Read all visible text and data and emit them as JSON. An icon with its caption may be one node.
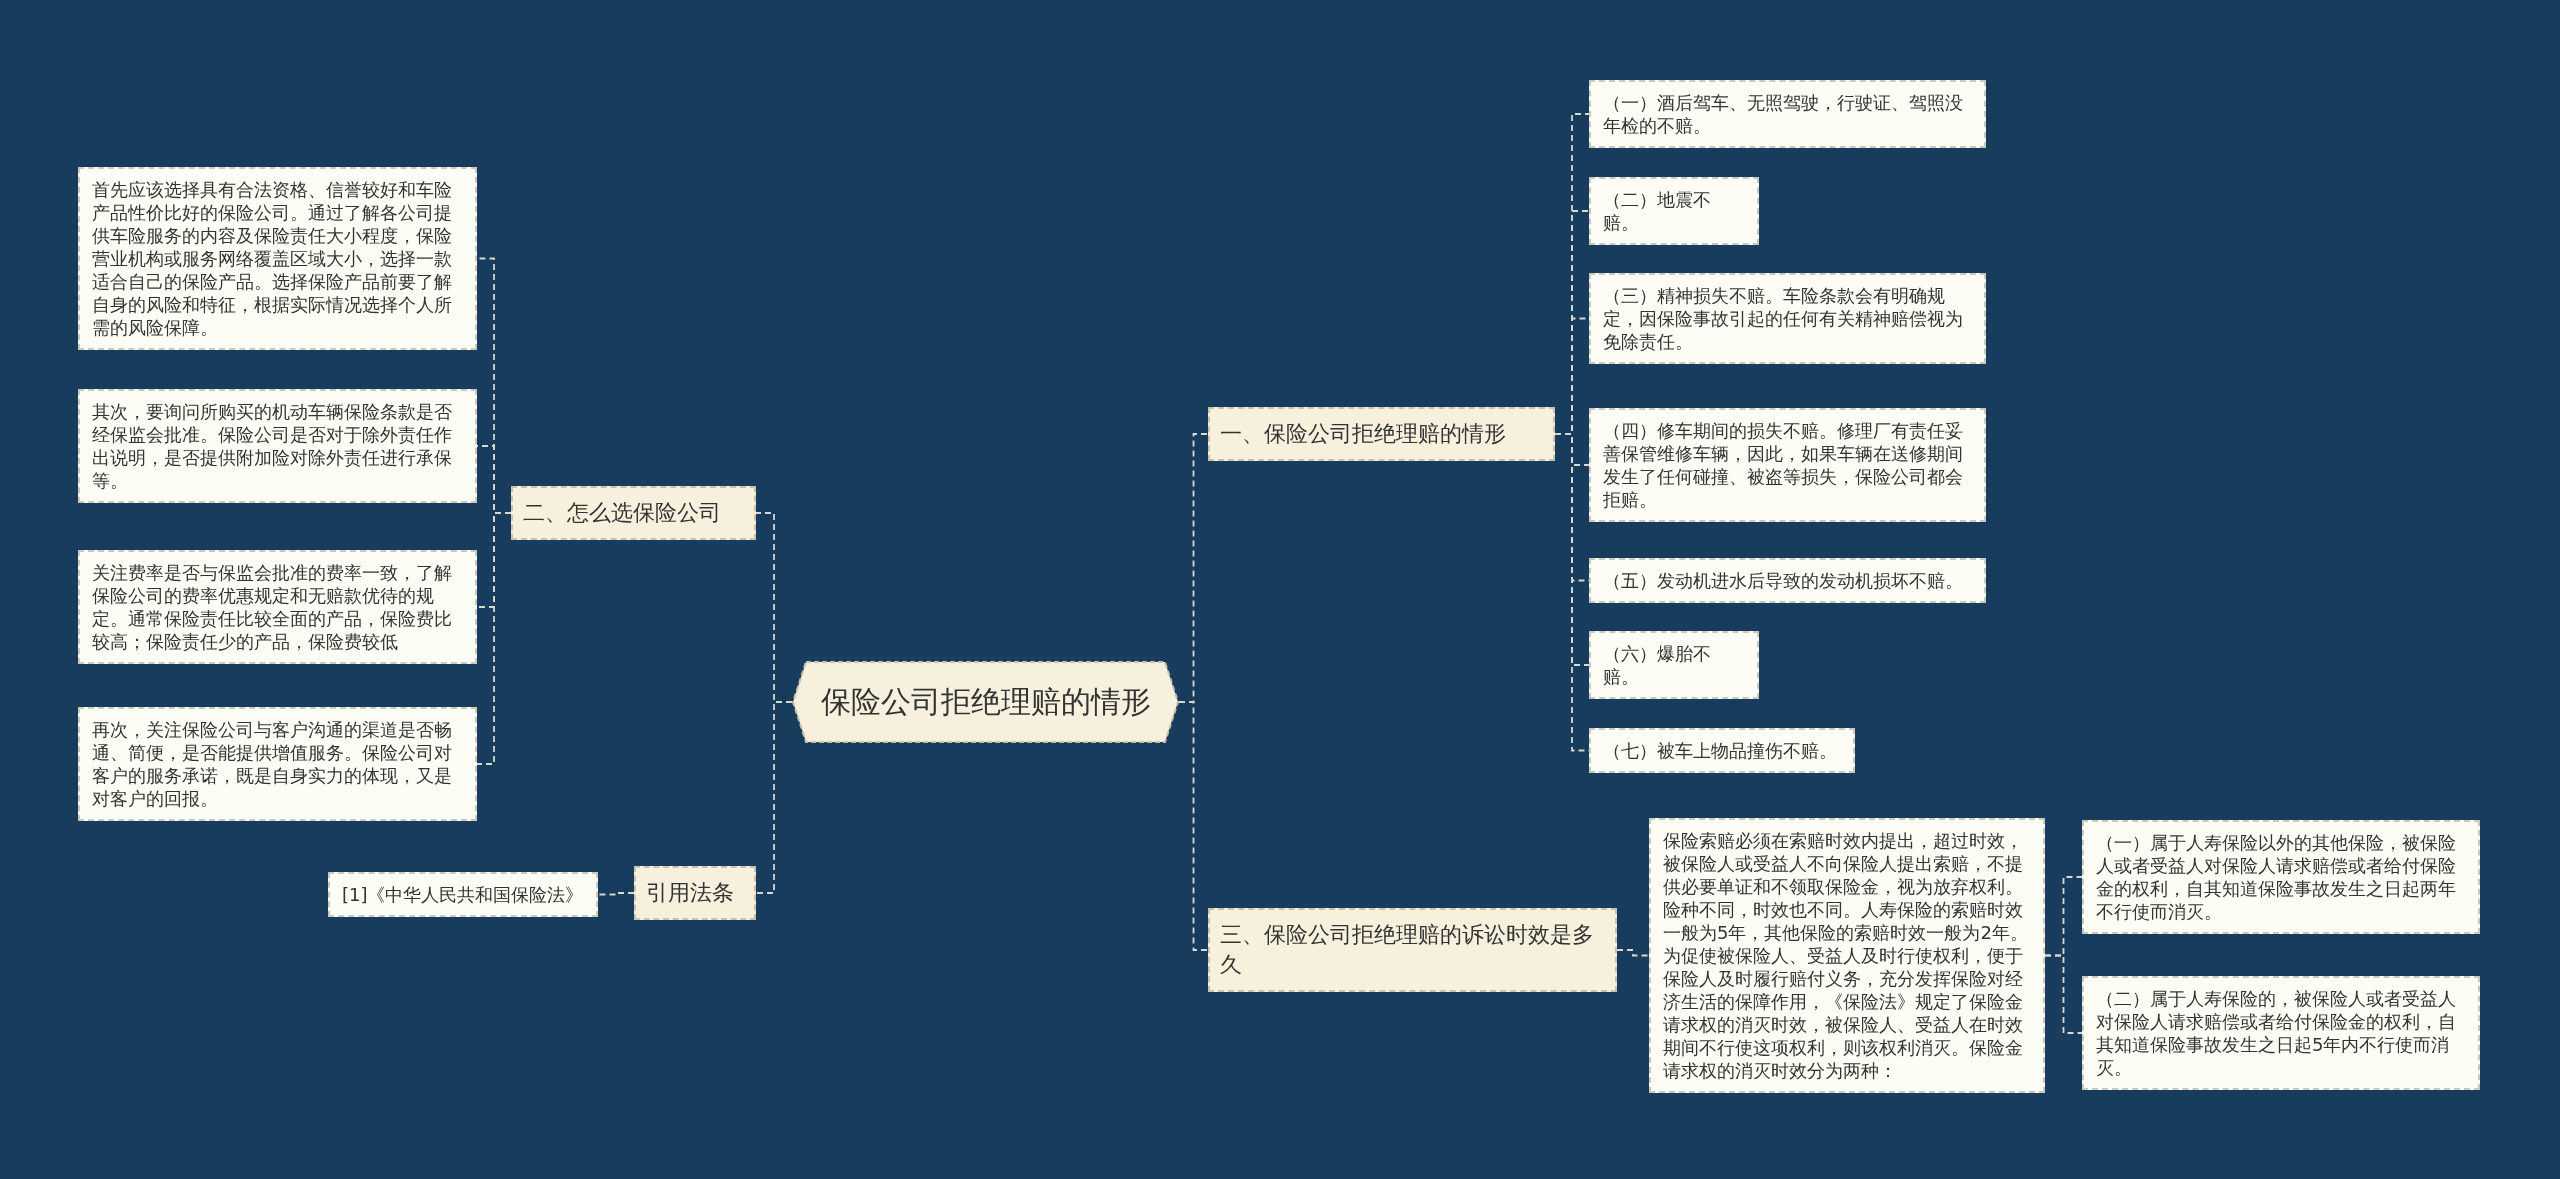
{
  "diagram": {
    "nodes": [
      {
        "text": [
          "保险公司拒绝理赔的情形"
        ]
      },
      {
        "text": [
          "二、怎么选保险公司"
        ]
      },
      {
        "text": [
          "首先应该选择具有合法资格、信誉较好和车险产品性价比好的保险公司。通过了解各公司提供车险服务的内容及保险责任大小程度，保险营业机构或服务网络覆盖区域大小，选择一款适合自己的保险产品。选择保险产品前要了解自身的风险和特征，根据实际情况选择个人所需的风险保障。"
        ]
      },
      {
        "text": [
          "其次，要询问所购买的机动车辆保险条款是否经保监会批准。保险公司是否对于除外责任作出说明，是否提供附加险对除外责任进行承保等。"
        ]
      },
      {
        "text": [
          "关注费率是否与保监会批准的费率一致，了解保险公司的费率优惠规定和无赔款优待的规定。通常保险责任比较全面的产品，保险费比较高；保险责任少的产品，保险费较低"
        ]
      },
      {
        "text": [
          "再次，关注保险公司与客户沟通的渠道是否畅通、简便，是否能提供增值服务。保险公司对客户的服务承诺，既是自身实力的体现，又是对客户的回报。"
        ]
      },
      {
        "text": [
          "引用法条"
        ]
      },
      {
        "text": [
          "[1]《中华人民共和国保险法》"
        ]
      },
      {
        "text": [
          "一、保险公司拒绝理赔的情形"
        ]
      },
      {
        "text": [
          "（一）酒后驾车、无照驾驶，行驶证、驾照没年检的不赔。"
        ]
      },
      {
        "text": [
          "（二）地震不赔。"
        ]
      },
      {
        "text": [
          "（三）精神损失不赔。车险条款会有明确规定，因保险事故引起的任何有关精神赔偿视为免除责任。"
        ]
      },
      {
        "text": [
          "（四）修车期间的损失不赔。修理厂有责任妥善保管维修车辆，因此，如果车辆在送修期间发生了任何碰撞、被盗等损失，保险公司都会拒赔。"
        ]
      },
      {
        "text": [
          "（五）发动机进水后导致的发动机损坏不赔。"
        ]
      },
      {
        "text": [
          "（六）爆胎不赔。"
        ]
      },
      {
        "text": [
          "（七）被车上物品撞伤不赔。"
        ]
      },
      {
        "text": [
          "三、保险公司拒绝理赔的诉讼时效是多久"
        ]
      },
      {
        "text": [
          "保险索赔必须在索赔时效内提出，超过时效，被保险人或受益人不向保险人提出索赔，不提供必要单证和不领取保险金，视为放弃权利。险种不同，时效也不同。人寿保险的索赔时效一般为5年，其他保险的索赔时效一般为2年。为促使被保险人、受益人及时行使权利，便于保险人及时履行赔付义务，充分发挥保险对经济生活的保障作用，《保险法》规定了保险金请求权的消灭时效，被保险人、受益人在时效期间不行使这项权利，则该权利消灭。保险金请求权的消灭时效分为两种："
        ]
      },
      {
        "text": [
          "（一）属于人寿保险以外的其他保险，被保险人或者受益人对保险人请求赔偿或者给付保险金的权利，自其知道保险事故发生之日起两年不行使而消灭。"
        ]
      },
      {
        "text": [
          "（二）属于人寿保险的，被保险人或者受益人对保险人请求赔偿或者给付保险金的权利，自其知道保险事故发生之日起5年内不行使而消灭。"
        ]
      }
    ],
    "edges": [
      {
        "from": 0,
        "to": 1,
        "arrow": "none"
      },
      {
        "from": 1,
        "to": 2,
        "arrow": "none"
      },
      {
        "from": 1,
        "to": 3,
        "arrow": "none"
      },
      {
        "from": 1,
        "to": 4,
        "arrow": "none"
      },
      {
        "from": 1,
        "to": 5,
        "arrow": "none"
      },
      {
        "from": 0,
        "to": 6,
        "arrow": "none"
      },
      {
        "from": 6,
        "to": 7,
        "arrow": "none"
      },
      {
        "from": 0,
        "to": 8,
        "arrow": "none"
      },
      {
        "from": 8,
        "to": 9,
        "arrow": "none"
      },
      {
        "from": 8,
        "to": 10,
        "arrow": "none"
      },
      {
        "from": 8,
        "to": 11,
        "arrow": "none"
      },
      {
        "from": 8,
        "to": 12,
        "arrow": "none"
      },
      {
        "from": 8,
        "to": 13,
        "arrow": "none"
      },
      {
        "from": 8,
        "to": 14,
        "arrow": "none"
      },
      {
        "from": 8,
        "to": 15,
        "arrow": "none"
      },
      {
        "from": 0,
        "to": 16,
        "arrow": "none"
      },
      {
        "from": 16,
        "to": 17,
        "arrow": "none"
      },
      {
        "from": 17,
        "to": 18,
        "arrow": "none"
      },
      {
        "from": 17,
        "to": 19,
        "arrow": "none"
      }
    ]
  }
}
